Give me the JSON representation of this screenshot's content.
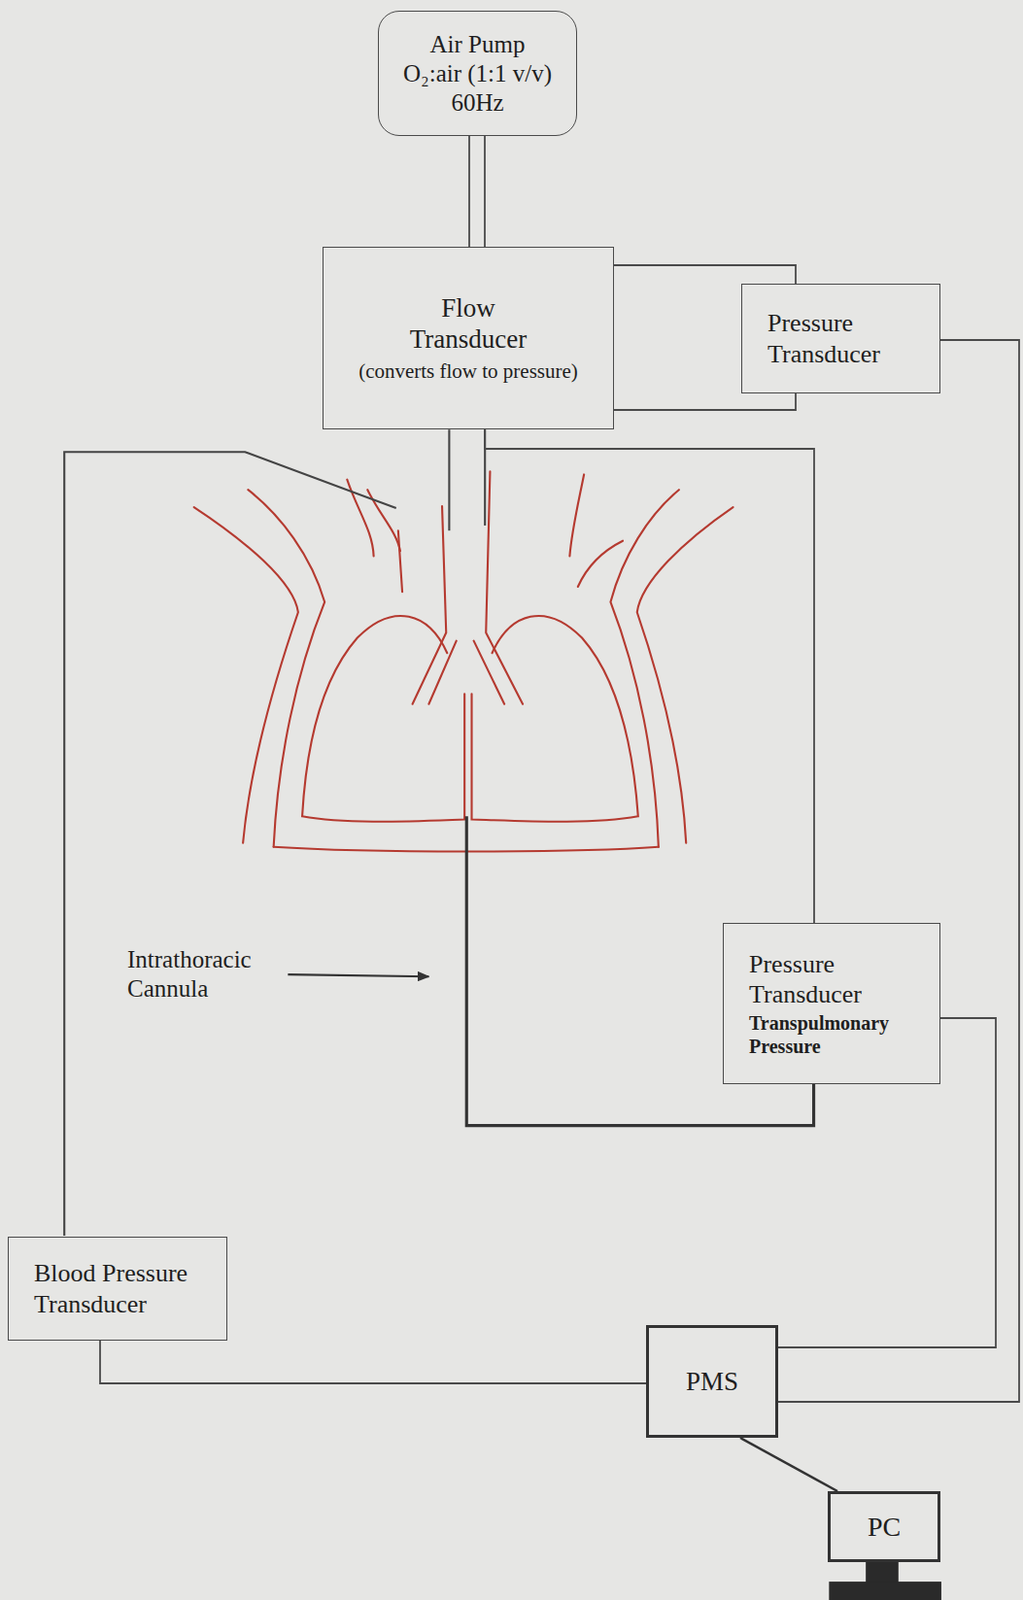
{
  "diagram": {
    "nodes": [
      {
        "text": [
          "Air Pump",
          "O₂:air (1:1 v/v)",
          "60Hz"
        ]
      },
      {
        "text": [
          "Flow Transducer",
          "(converts flow to pressure)"
        ]
      },
      {
        "text": [
          "Pressure Transducer"
        ]
      },
      {
        "text": [
          "Pressure Transducer",
          "Transpulmonary Pressure"
        ]
      },
      {
        "text": [
          "Blood Pressure Transducer"
        ]
      },
      {
        "text": [
          "PMS"
        ]
      },
      {
        "text": [
          "PC"
        ]
      }
    ],
    "edges": [
      {
        "from": 0,
        "to": 1,
        "arrow": "none"
      },
      {
        "from": 1,
        "to": 2,
        "arrow": "none"
      },
      {
        "from": 1,
        "to": 2,
        "arrow": "none"
      },
      {
        "from": 1,
        "to": 3,
        "arrow": "none"
      },
      {
        "from": 2,
        "to": 5,
        "arrow": "none"
      },
      {
        "from": 3,
        "to": 5,
        "arrow": "none"
      },
      {
        "from": 4,
        "to": 5,
        "arrow": "none"
      },
      {
        "from": 5,
        "to": 6,
        "arrow": "none"
      }
    ],
    "labels": [
      "Intrathoracic Cannula"
    ]
  }
}
